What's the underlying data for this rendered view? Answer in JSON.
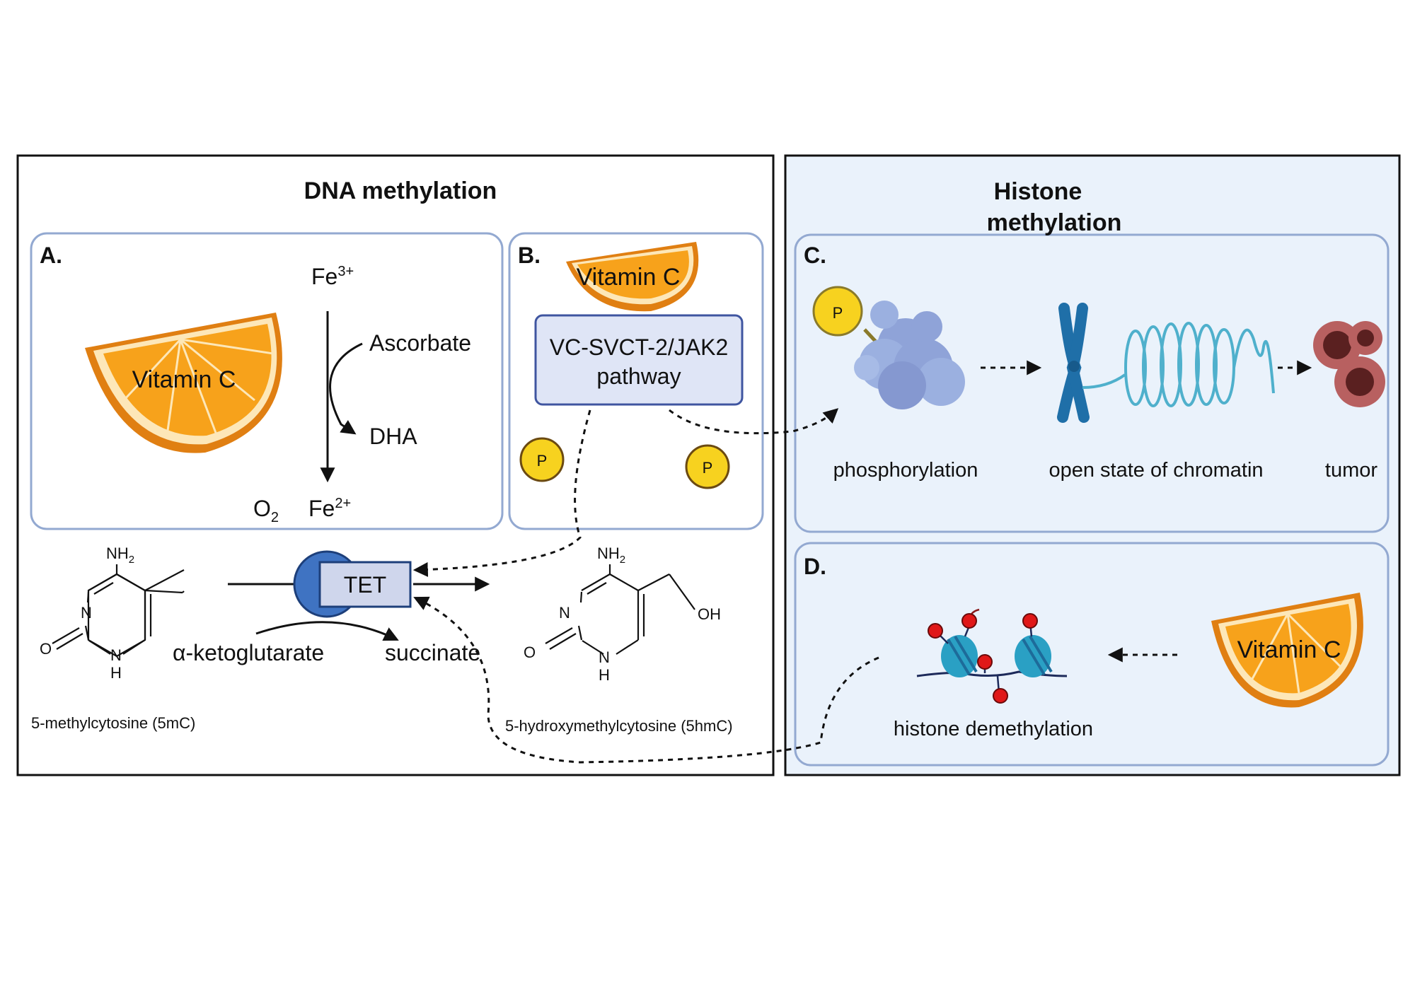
{
  "dna_panel": {
    "title": "DNA methylation",
    "panel_a": {
      "label": "A.",
      "orange_label": "Vitamin C",
      "fe3": "Fe",
      "fe3_sup": "3+",
      "fe2": "Fe",
      "fe2_sup": "2+",
      "ascorbate": "Ascorbate",
      "dha": "DHA",
      "o2": "O",
      "o2_sub": "2"
    },
    "panel_b": {
      "label": "B.",
      "orange_label": "Vitamin C",
      "pathway_line1": "VC-SVCT-2/JAK2",
      "pathway_line2": "pathway",
      "p_badge": "P"
    },
    "reaction": {
      "enzyme": "TET",
      "substrate": "α-ketoglutarate",
      "product": "succinate",
      "mol_5mc": {
        "nh2": "NH",
        "nh2_sub": "2",
        "n": "N",
        "o": "O",
        "nh": "N",
        "h": "H",
        "caption": "5-methylcytosine (5mC)"
      },
      "mol_5hmc": {
        "nh2": "NH",
        "nh2_sub": "2",
        "n": "N",
        "o": "O",
        "nh": "N",
        "h": "H",
        "oh": "OH",
        "caption": "5-hydroxymethylcytosine (5hmC)"
      }
    }
  },
  "histone_panel": {
    "title_line1": "Histone",
    "title_line2": "methylation",
    "panel_c": {
      "label": "C.",
      "p_badge": "P",
      "phosphorylation": "phosphorylation",
      "chromatin": "open state of chromatin",
      "tumor": "tumor"
    },
    "panel_d": {
      "label": "D.",
      "orange_label": "Vitamin C",
      "demethylation": "histone demethylation"
    }
  },
  "colors": {
    "panel_border": "#93a9d1",
    "histone_bg": "#eaf2fb",
    "orange": "#f7a21b",
    "orange_rind": "#e07f12",
    "orange_pith": "#fde7b8",
    "tet_blue": "#3f73c2",
    "tet_box": "#cfd6ec",
    "pathway_box": "#dfe5f6",
    "pathway_border": "#3f55a0",
    "p_badge": "#f7d21f",
    "chromosome": "#1f6fa8",
    "helix": "#4fb0cc",
    "tumor": "#7a3b3b",
    "histone_red": "#e01818",
    "nucleosome": "#2aa0c4"
  }
}
